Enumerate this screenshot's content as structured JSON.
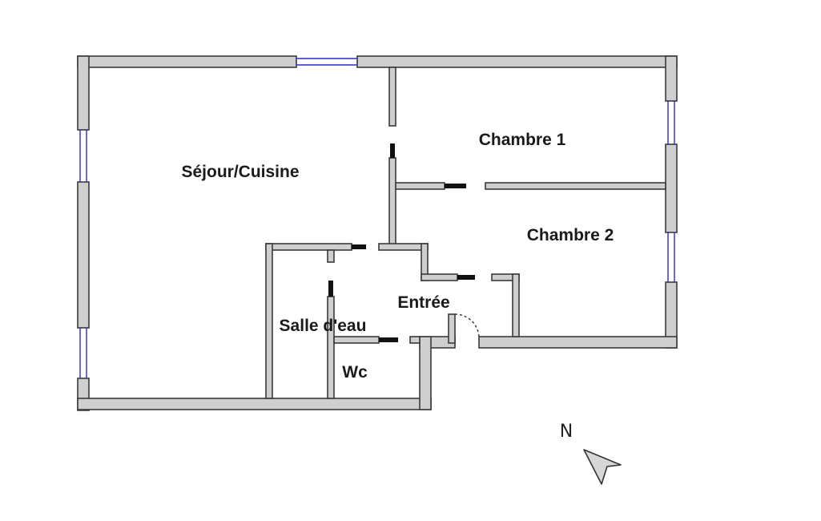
{
  "floor_plan": {
    "rooms": [
      {
        "id": "sejour",
        "label": "Séjour/Cuisine"
      },
      {
        "id": "chambre1",
        "label": "Chambre 1"
      },
      {
        "id": "chambre2",
        "label": "Chambre 2"
      },
      {
        "id": "entree",
        "label": "Entrée"
      },
      {
        "id": "salle",
        "label": "Salle d'eau"
      },
      {
        "id": "wc",
        "label": "Wc"
      }
    ],
    "compass": {
      "label": "N"
    },
    "colors": {
      "wall_fill": "#cfcfcf",
      "wall_stroke": "#3a3a3a",
      "window": "#2a2ad6",
      "door_stub": "#111111"
    }
  }
}
